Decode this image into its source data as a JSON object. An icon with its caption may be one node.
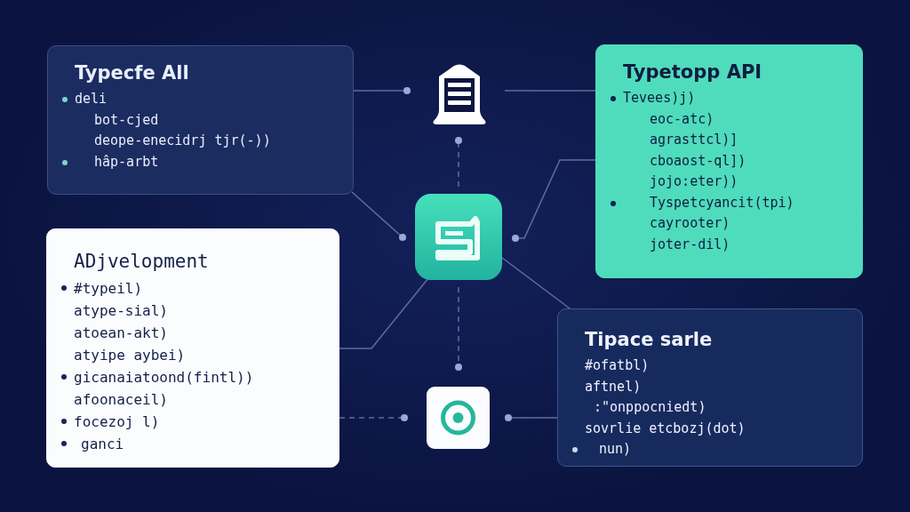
{
  "diagram": {
    "nodes": [
      {
        "text": [
          "Typecfe All",
          "deli",
          "bot-cjed",
          "deope-enecidrj tjr(-))",
          "hâp-arbt"
        ]
      },
      {
        "text": [
          "ADjvelopment",
          "#typeil)",
          "atype-sial)",
          "atoean-akt)",
          "atyipe aybei)",
          "gicanaiatoond(fintl))",
          "afoonaceil)",
          "focezoj l)",
          "ganci"
        ]
      },
      {
        "text": [
          "Typetopp API",
          "Tevees)j)",
          "eoc-atc)",
          "agrasttcl)]",
          "cboaost-ql])",
          "jojo:eter))",
          "Tyspetcyancit(tpi)",
          "cayrooter)",
          "joter-dil)"
        ]
      },
      {
        "text": [
          "Tipace sarle",
          "#ofatbl)",
          "aftnel)",
          ":\"onppocniedt)",
          "sovrlie etcbozj(dot)",
          "nun)"
        ]
      },
      {
        "text": [],
        "shape": "document"
      },
      {
        "text": [],
        "shape": "box"
      },
      {
        "text": [],
        "shape": "box"
      }
    ],
    "edges": [
      {
        "from": 0,
        "to": 4,
        "arrow": "other"
      },
      {
        "from": 2,
        "to": 4,
        "arrow": "none"
      },
      {
        "from": 5,
        "to": 4,
        "arrow": "other",
        "style": "dashed"
      },
      {
        "from": 0,
        "to": 5,
        "arrow": "other"
      },
      {
        "from": 2,
        "to": 5,
        "arrow": "other"
      },
      {
        "from": 5,
        "to": 1,
        "arrow": "none"
      },
      {
        "from": 5,
        "to": 3,
        "arrow": "none"
      },
      {
        "from": 5,
        "to": 6,
        "arrow": "other",
        "style": "dashed"
      },
      {
        "from": 1,
        "to": 6,
        "arrow": "other",
        "style": "dashed"
      },
      {
        "from": 3,
        "to": 6,
        "arrow": "other"
      }
    ]
  }
}
